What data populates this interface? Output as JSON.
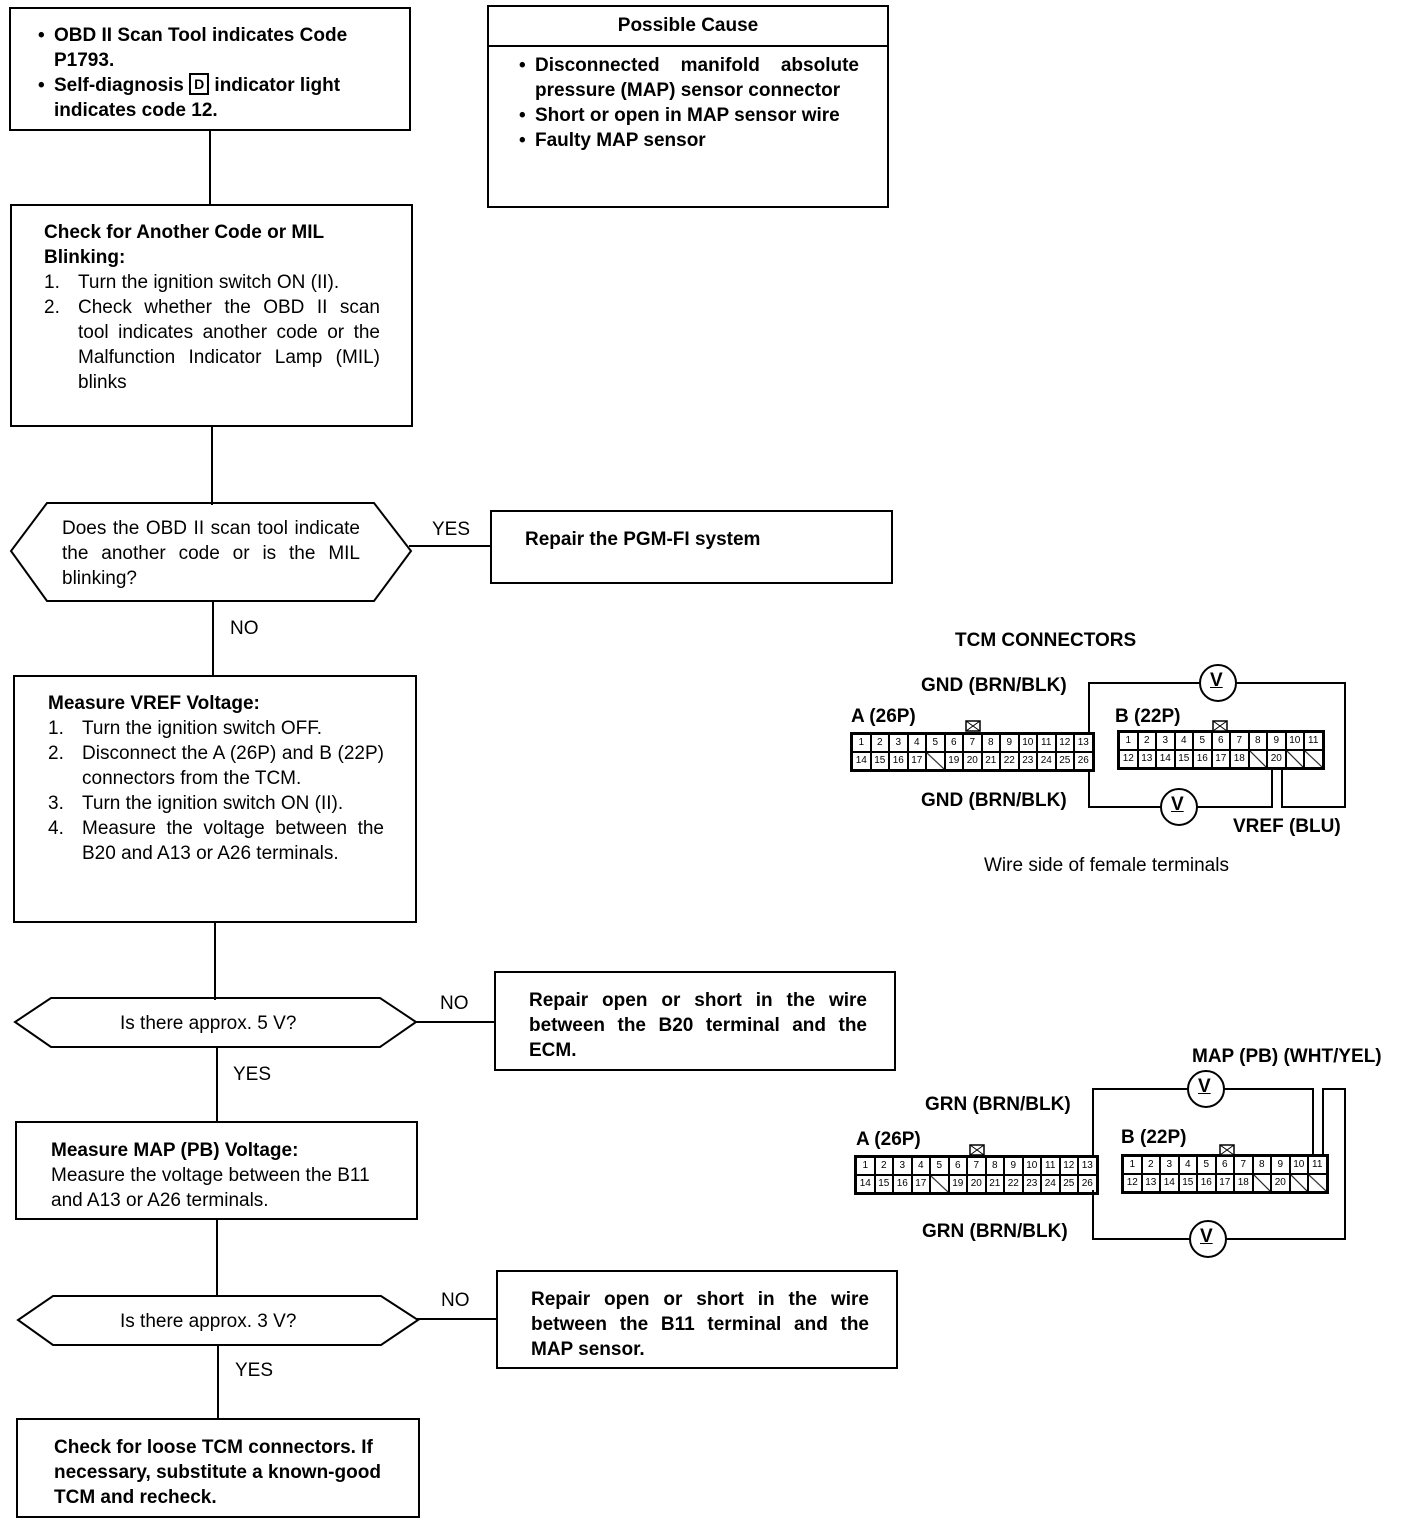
{
  "symptom": {
    "lines": [
      "OBD II Scan Tool indicates Code P1793.",
      "indicates code 12."
    ],
    "self_diag_prefix": "Self-diagnosis",
    "indicator_letter": "D",
    "self_diag_suffix": "indicator light"
  },
  "possible_cause": {
    "title": "Possible Cause",
    "items": [
      "Disconnected manifold absolute pressure (MAP) sensor connector",
      "Short or open in MAP sensor wire",
      "Faulty MAP sensor"
    ]
  },
  "check_code": {
    "title": "Check for Another Code or MIL Blinking:",
    "steps": [
      {
        "n": "1.",
        "text": "Turn the ignition switch ON (II)."
      },
      {
        "n": "2.",
        "text": "Check whether the OBD II scan tool indicates another code or the Malfunction Indicator Lamp (MIL) blinks"
      }
    ]
  },
  "decision_code": {
    "question": "Does the OBD II scan tool indicate the another code or is the MIL blinking?",
    "yes_label": "YES",
    "no_label": "NO"
  },
  "repair_pgm": {
    "text": "Repair the PGM-FI system"
  },
  "measure_vref": {
    "title": "Measure VREF Voltage:",
    "steps": [
      {
        "n": "1.",
        "text": "Turn the ignition switch OFF."
      },
      {
        "n": "2.",
        "text": "Disconnect the A (26P) and B (22P) connectors from the TCM."
      },
      {
        "n": "3.",
        "text": "Turn the ignition switch ON (II)."
      },
      {
        "n": "4.",
        "text": "Measure the voltage between the B20 and A13 or A26 terminals."
      }
    ]
  },
  "decision_5v": {
    "question": "Is there approx. 5 V?",
    "no_label": "NO",
    "yes_label": "YES"
  },
  "repair_b20": {
    "text": "Repair open or short in the wire between the B20 terminal and the ECM."
  },
  "measure_map": {
    "title": "Measure MAP (PB) Voltage:",
    "text": "Measure the voltage between the B11 and A13 or A26 terminals."
  },
  "decision_3v": {
    "question": "Is there approx. 3 V?",
    "no_label": "NO",
    "yes_label": "YES"
  },
  "repair_b11": {
    "text": "Repair open or short in the wire between the B11 terminal and the MAP sensor."
  },
  "final_check": {
    "text": "Check for loose TCM connectors. If necessary, substitute a known-good TCM and recheck."
  },
  "diagram1": {
    "title": "TCM CONNECTORS",
    "gnd_top": "GND (BRN/BLK)",
    "gnd_bottom": "GND (BRN/BLK)",
    "vref": "VREF (BLU)",
    "caption": "Wire side of female terminals",
    "conn_a": "A (26P)",
    "conn_b": "B (22P)",
    "meter": "V"
  },
  "diagram2": {
    "map": "MAP (PB) (WHT/YEL)",
    "grn_top": "GRN (BRN/BLK)",
    "grn_bottom": "GRN (BRN/BLK)",
    "conn_a": "A (26P)",
    "conn_b": "B (22P)",
    "meter": "V"
  },
  "connector_a": {
    "row1": [
      "1",
      "2",
      "3",
      "4",
      "5",
      "6",
      "7",
      "8",
      "9",
      "10",
      "11",
      "12",
      "13"
    ],
    "row2": [
      "14",
      "15",
      "16",
      "17",
      "/",
      "19",
      "20",
      "21",
      "22",
      "23",
      "24",
      "25",
      "26"
    ]
  },
  "connector_b": {
    "row1": [
      "1",
      "2",
      "3",
      "4",
      "5",
      "6",
      "7",
      "8",
      "9",
      "10",
      "11"
    ],
    "row2": [
      "12",
      "13",
      "14",
      "15",
      "16",
      "17",
      "18",
      "/",
      "20",
      "/",
      "/"
    ]
  }
}
